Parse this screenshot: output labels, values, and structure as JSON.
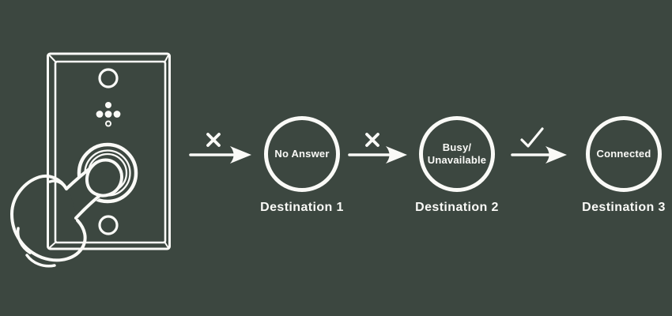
{
  "colors": {
    "background": "#3C4740",
    "ink": "#FAFAF7"
  },
  "illustration": {
    "icon": "doorbell-button-press-icon"
  },
  "flow": {
    "nodes": [
      {
        "status": "No Answer",
        "label": "Destination 1"
      },
      {
        "status": "Busy/\nUnavailable",
        "label": "Destination 2"
      },
      {
        "status": "Connected",
        "label": "Destination 3"
      }
    ],
    "transitions": [
      {
        "icon": "cross-icon"
      },
      {
        "icon": "cross-icon"
      },
      {
        "icon": "check-icon"
      }
    ]
  }
}
